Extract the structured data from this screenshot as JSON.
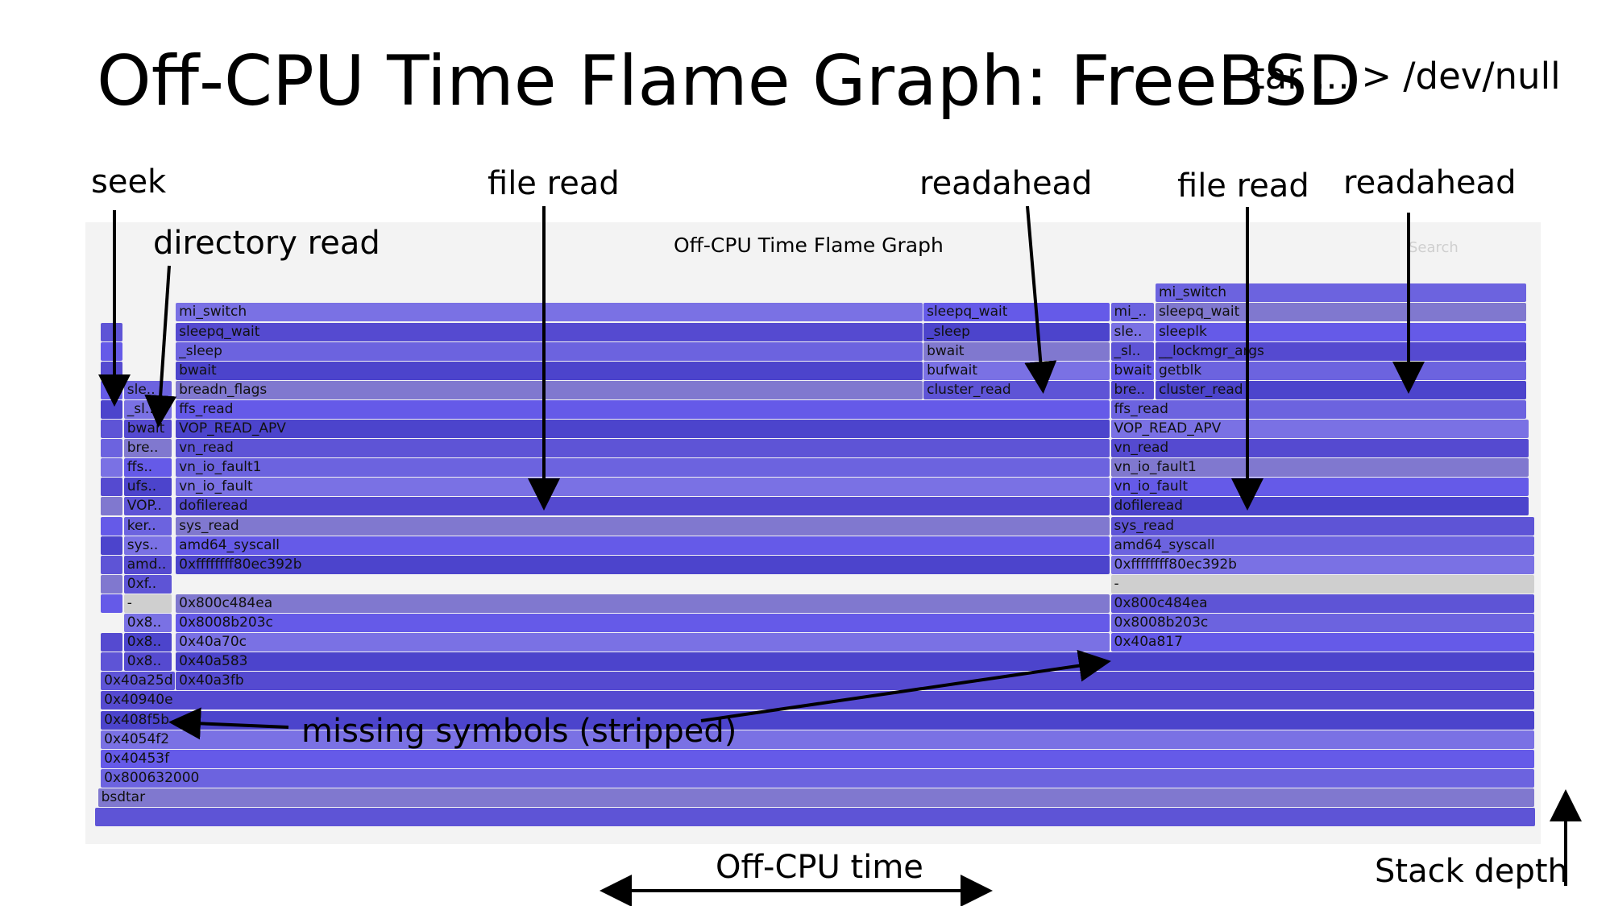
{
  "slide": {
    "title": "Off-CPU Time Flame Graph: FreeBSD",
    "subtitle": "tar … > /dev/null",
    "annotations": {
      "seek": "seek",
      "directory_read": "directory read",
      "file_read_left": "file read",
      "readahead_middle": "readahead",
      "file_read_right": "file read",
      "readahead_right": "readahead",
      "missing_symbols": "missing symbols (stripped)",
      "offcpu_time": "Off-CPU time",
      "stack_depth": "Stack depth"
    }
  },
  "graph": {
    "title": "Off-CPU Time Flame Graph",
    "search_label": "Search"
  },
  "colors": {
    "panel": "#f3f3f3",
    "frames": [
      "#5e54d6",
      "#6c63df",
      "#7a71e4",
      "#554ad0",
      "#8078cf",
      "#655ae8",
      "#4c44cc"
    ],
    "gray_frame": "#cfcfcf"
  },
  "frames": [
    {
      "depth": 0,
      "x0": 0,
      "x1": 1,
      "label": ""
    },
    {
      "depth": 1,
      "x0": 0.002,
      "x1": 1,
      "label": "bsdtar"
    },
    {
      "depth": 2,
      "x0": 0.004,
      "x1": 1,
      "label": "0x800632000"
    },
    {
      "depth": 3,
      "x0": 0.004,
      "x1": 1,
      "label": "0x40453f"
    },
    {
      "depth": 4,
      "x0": 0.004,
      "x1": 1,
      "label": "0x4054f2"
    },
    {
      "depth": 5,
      "x0": 0.004,
      "x1": 1,
      "label": "0x408f5b"
    },
    {
      "depth": 6,
      "x0": 0.004,
      "x1": 1,
      "label": "0x40940e"
    },
    {
      "depth": 7,
      "x0": 0.004,
      "x1": 0.056,
      "label": "0x40a25d"
    },
    {
      "depth": 7,
      "x0": 0.056,
      "x1": 1,
      "label": "0x40a3fb"
    },
    {
      "depth": 8,
      "x0": 0.004,
      "x1": 0.02,
      "label": ""
    },
    {
      "depth": 8,
      "x0": 0.02,
      "x1": 0.054,
      "label": "0x8.."
    },
    {
      "depth": 8,
      "x0": 0.056,
      "x1": 1,
      "label": "0x40a583"
    },
    {
      "depth": 9,
      "x0": 0.004,
      "x1": 0.02,
      "label": ""
    },
    {
      "depth": 9,
      "x0": 0.02,
      "x1": 0.054,
      "label": "0x8.."
    },
    {
      "depth": 9,
      "x0": 0.056,
      "x1": 0.705,
      "label": "0x40a70c"
    },
    {
      "depth": 9,
      "x0": 0.705,
      "x1": 1,
      "label": "0x40a817"
    },
    {
      "depth": 10,
      "x0": 0.02,
      "x1": 0.054,
      "label": "0x8.."
    },
    {
      "depth": 10,
      "x0": 0.056,
      "x1": 0.705,
      "label": "0x8008b203c"
    },
    {
      "depth": 10,
      "x0": 0.705,
      "x1": 1,
      "label": "0x8008b203c"
    },
    {
      "depth": 11,
      "x0": 0.004,
      "x1": 0.02,
      "label": ""
    },
    {
      "depth": 11,
      "x0": 0.02,
      "x1": 0.054,
      "label": "-",
      "gray": true
    },
    {
      "depth": 11,
      "x0": 0.056,
      "x1": 0.705,
      "label": "0x800c484ea"
    },
    {
      "depth": 11,
      "x0": 0.705,
      "x1": 1,
      "label": "0x800c484ea"
    },
    {
      "depth": 12,
      "x0": 0.004,
      "x1": 0.02,
      "label": ""
    },
    {
      "depth": 12,
      "x0": 0.02,
      "x1": 0.054,
      "label": "0xf.."
    },
    {
      "depth": 12,
      "x0": 0.705,
      "x1": 1,
      "label": "-",
      "gray": true
    },
    {
      "depth": 13,
      "x0": 0.004,
      "x1": 0.02,
      "label": ""
    },
    {
      "depth": 13,
      "x0": 0.02,
      "x1": 0.054,
      "label": "amd.."
    },
    {
      "depth": 13,
      "x0": 0.056,
      "x1": 0.705,
      "label": "0xffffffff80ec392b"
    },
    {
      "depth": 13,
      "x0": 0.705,
      "x1": 1,
      "label": "0xffffffff80ec392b"
    },
    {
      "depth": 14,
      "x0": 0.004,
      "x1": 0.02,
      "label": ""
    },
    {
      "depth": 14,
      "x0": 0.02,
      "x1": 0.054,
      "label": "sys.."
    },
    {
      "depth": 14,
      "x0": 0.056,
      "x1": 0.705,
      "label": "amd64_syscall"
    },
    {
      "depth": 14,
      "x0": 0.705,
      "x1": 1,
      "label": "amd64_syscall"
    },
    {
      "depth": 15,
      "x0": 0.004,
      "x1": 0.02,
      "label": ""
    },
    {
      "depth": 15,
      "x0": 0.02,
      "x1": 0.054,
      "label": "ker.."
    },
    {
      "depth": 15,
      "x0": 0.056,
      "x1": 0.705,
      "label": "sys_read"
    },
    {
      "depth": 15,
      "x0": 0.705,
      "x1": 1,
      "label": "sys_read"
    },
    {
      "depth": 16,
      "x0": 0.004,
      "x1": 0.02,
      "label": ""
    },
    {
      "depth": 16,
      "x0": 0.02,
      "x1": 0.054,
      "label": "VOP.."
    },
    {
      "depth": 16,
      "x0": 0.056,
      "x1": 0.705,
      "label": "dofileread"
    },
    {
      "depth": 16,
      "x0": 0.705,
      "x1": 0.996,
      "label": "dofileread"
    },
    {
      "depth": 17,
      "x0": 0.004,
      "x1": 0.02,
      "label": ""
    },
    {
      "depth": 17,
      "x0": 0.02,
      "x1": 0.054,
      "label": "ufs.."
    },
    {
      "depth": 17,
      "x0": 0.056,
      "x1": 0.705,
      "label": "vn_io_fault"
    },
    {
      "depth": 17,
      "x0": 0.705,
      "x1": 0.996,
      "label": "vn_io_fault"
    },
    {
      "depth": 18,
      "x0": 0.004,
      "x1": 0.02,
      "label": ""
    },
    {
      "depth": 18,
      "x0": 0.02,
      "x1": 0.054,
      "label": "ffs.."
    },
    {
      "depth": 18,
      "x0": 0.056,
      "x1": 0.705,
      "label": "vn_io_fault1"
    },
    {
      "depth": 18,
      "x0": 0.705,
      "x1": 0.996,
      "label": "vn_io_fault1"
    },
    {
      "depth": 19,
      "x0": 0.004,
      "x1": 0.02,
      "label": ""
    },
    {
      "depth": 19,
      "x0": 0.02,
      "x1": 0.054,
      "label": "bre.."
    },
    {
      "depth": 19,
      "x0": 0.056,
      "x1": 0.705,
      "label": "vn_read"
    },
    {
      "depth": 19,
      "x0": 0.705,
      "x1": 0.996,
      "label": "vn_read"
    },
    {
      "depth": 20,
      "x0": 0.004,
      "x1": 0.02,
      "label": ""
    },
    {
      "depth": 20,
      "x0": 0.02,
      "x1": 0.054,
      "label": "bwait"
    },
    {
      "depth": 20,
      "x0": 0.056,
      "x1": 0.705,
      "label": "VOP_READ_APV"
    },
    {
      "depth": 20,
      "x0": 0.705,
      "x1": 0.996,
      "label": "VOP_READ_APV"
    },
    {
      "depth": 21,
      "x0": 0.004,
      "x1": 0.02,
      "label": ""
    },
    {
      "depth": 21,
      "x0": 0.02,
      "x1": 0.054,
      "label": "_sl.."
    },
    {
      "depth": 21,
      "x0": 0.056,
      "x1": 0.705,
      "label": "ffs_read"
    },
    {
      "depth": 21,
      "x0": 0.705,
      "x1": 0.994,
      "label": "ffs_read"
    },
    {
      "depth": 22,
      "x0": 0.004,
      "x1": 0.02,
      "label": ""
    },
    {
      "depth": 22,
      "x0": 0.02,
      "x1": 0.054,
      "label": "sle.."
    },
    {
      "depth": 22,
      "x0": 0.056,
      "x1": 0.575,
      "label": "breadn_flags"
    },
    {
      "depth": 22,
      "x0": 0.575,
      "x1": 0.705,
      "label": "cluster_read"
    },
    {
      "depth": 22,
      "x0": 0.705,
      "x1": 0.736,
      "label": "bre.."
    },
    {
      "depth": 22,
      "x0": 0.736,
      "x1": 0.994,
      "label": "cluster_read"
    },
    {
      "depth": 23,
      "x0": 0.004,
      "x1": 0.02,
      "label": ""
    },
    {
      "depth": 23,
      "x0": 0.056,
      "x1": 0.575,
      "label": "bwait"
    },
    {
      "depth": 23,
      "x0": 0.575,
      "x1": 0.705,
      "label": "bufwait"
    },
    {
      "depth": 23,
      "x0": 0.705,
      "x1": 0.736,
      "label": "bwait"
    },
    {
      "depth": 23,
      "x0": 0.736,
      "x1": 0.994,
      "label": "getblk"
    },
    {
      "depth": 24,
      "x0": 0.004,
      "x1": 0.02,
      "label": ""
    },
    {
      "depth": 24,
      "x0": 0.056,
      "x1": 0.575,
      "label": "_sleep"
    },
    {
      "depth": 24,
      "x0": 0.575,
      "x1": 0.705,
      "label": "bwait"
    },
    {
      "depth": 24,
      "x0": 0.705,
      "x1": 0.736,
      "label": "_sl.."
    },
    {
      "depth": 24,
      "x0": 0.736,
      "x1": 0.994,
      "label": "__lockmgr_args"
    },
    {
      "depth": 25,
      "x0": 0.004,
      "x1": 0.02,
      "label": ""
    },
    {
      "depth": 25,
      "x0": 0.056,
      "x1": 0.575,
      "label": "sleepq_wait"
    },
    {
      "depth": 25,
      "x0": 0.575,
      "x1": 0.705,
      "label": "_sleep"
    },
    {
      "depth": 25,
      "x0": 0.705,
      "x1": 0.736,
      "label": "sle.."
    },
    {
      "depth": 25,
      "x0": 0.736,
      "x1": 0.994,
      "label": "sleeplk"
    },
    {
      "depth": 26,
      "x0": 0.056,
      "x1": 0.575,
      "label": "mi_switch"
    },
    {
      "depth": 26,
      "x0": 0.575,
      "x1": 0.705,
      "label": "sleepq_wait"
    },
    {
      "depth": 26,
      "x0": 0.705,
      "x1": 0.736,
      "label": "mi_.."
    },
    {
      "depth": 26,
      "x0": 0.736,
      "x1": 0.994,
      "label": "sleepq_wait"
    },
    {
      "depth": 27,
      "x0": 0.736,
      "x1": 0.994,
      "label": "mi_switch"
    }
  ]
}
